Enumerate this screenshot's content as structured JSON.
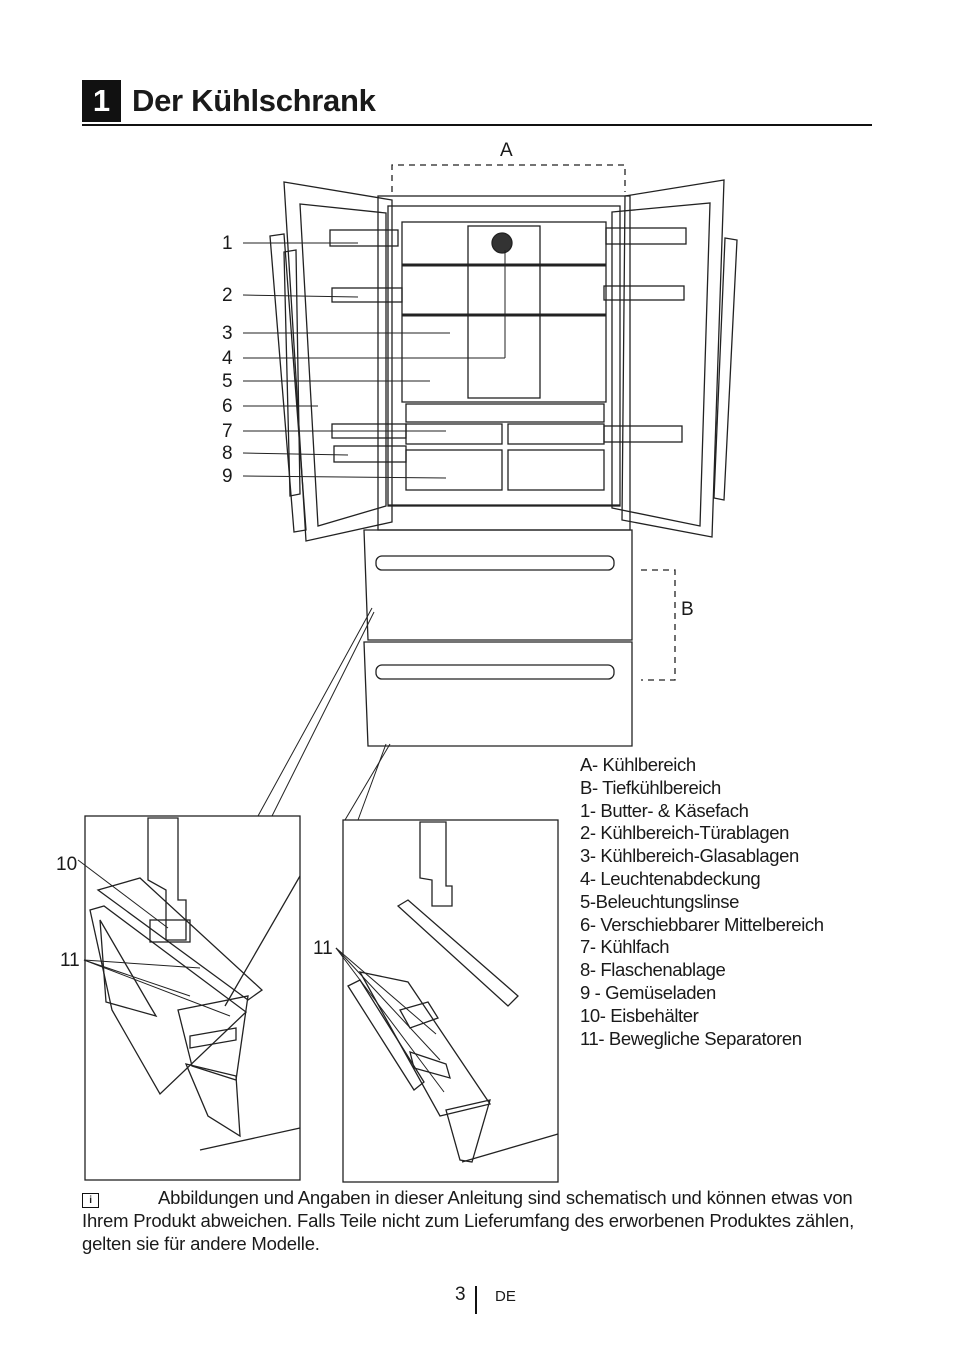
{
  "section": {
    "number": "1",
    "title": "Der Kühlschrank"
  },
  "figure": {
    "zone_a": "A",
    "zone_b": "B",
    "callouts": [
      "1",
      "2",
      "3",
      "4",
      "5",
      "6",
      "7",
      "8",
      "9"
    ],
    "detail_left_callouts": [
      "10",
      "11"
    ],
    "detail_right_callouts": [
      "11"
    ]
  },
  "legend": [
    "A- Kühlbereich",
    "B- Tiefkühlbereich",
    "1-   Butter- & Käsefach",
    "2-   Kühlbereich-Türablagen",
    "3-   Kühlbereich-Glasablagen",
    "4- Leuchtenabdeckung",
    "5-Beleuchtungslinse",
    "6- Verschiebbarer Mittelbereich",
    "7- Kühlfach",
    "8- Flaschenablage",
    "9 - Gemüseladen",
    "10- Eisbehälter",
    "11- Bewegliche Separatoren"
  ],
  "note": {
    "icon": "info-icon",
    "text": "Abbildungen und Angaben in dieser Anleitung sind schematisch und können etwas von Ihrem Produkt abweichen. Falls Teile nicht zum Lieferumfang des erworbenen Produktes zählen, gelten sie für andere Modelle."
  },
  "footer": {
    "page": "3",
    "lang": "DE"
  }
}
